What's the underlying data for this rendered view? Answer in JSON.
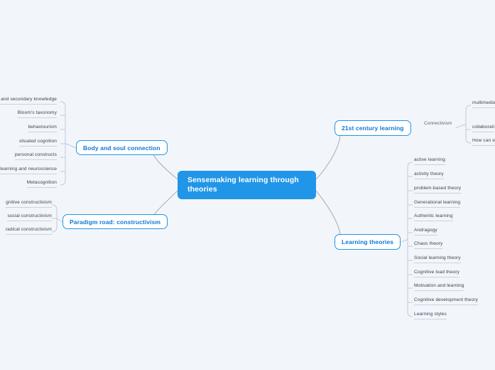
{
  "canvas": {
    "background": "#f2f6fb",
    "accent": "#2196e8",
    "node_text_color": "#1178d4",
    "leaf_text_color": "#3c4450",
    "connector_color": "#b9c2d0"
  },
  "central": {
    "label": "Sensemaking learning through theories"
  },
  "branches": [
    {
      "id": "body-and-soul-connection",
      "label": "Body and soul connection",
      "side": "left",
      "children": [
        {
          "label": "cal and secondary knowledge"
        },
        {
          "label": "Bloom's taxonomy"
        },
        {
          "label": "behaviourism"
        },
        {
          "label": "situated cognition"
        },
        {
          "label": "personal constructs"
        },
        {
          "label": "learning and neuroscience"
        },
        {
          "label": "Metacognition"
        }
      ]
    },
    {
      "id": "paradigm-road-constructivism",
      "label": "Paradigm road: constructivism",
      "side": "left",
      "children": [
        {
          "label": "gnitive constructivism"
        },
        {
          "label": "social constructivism"
        },
        {
          "label": "radical constructivism"
        }
      ]
    },
    {
      "id": "21st-century-learning",
      "label": "21st century learning",
      "side": "right",
      "link_label": "Connectivism",
      "children": [
        {
          "label": "multimedia"
        },
        {
          "label": "collaborati"
        },
        {
          "label": "How can w"
        }
      ]
    },
    {
      "id": "learning-theories",
      "label": "Learning theories",
      "side": "right",
      "children": [
        {
          "label": "active learning"
        },
        {
          "label": "activity theory"
        },
        {
          "label": "problem-based theory"
        },
        {
          "label": "Generational learning"
        },
        {
          "label": "Authentic learning"
        },
        {
          "label": "Andragogy"
        },
        {
          "label": "Chaos theory"
        },
        {
          "label": "Social learning theory"
        },
        {
          "label": "Cognitive load theory"
        },
        {
          "label": "Motivation and learning"
        },
        {
          "label": "Cognitive development theory"
        },
        {
          "label": "Learning styles"
        }
      ]
    }
  ]
}
